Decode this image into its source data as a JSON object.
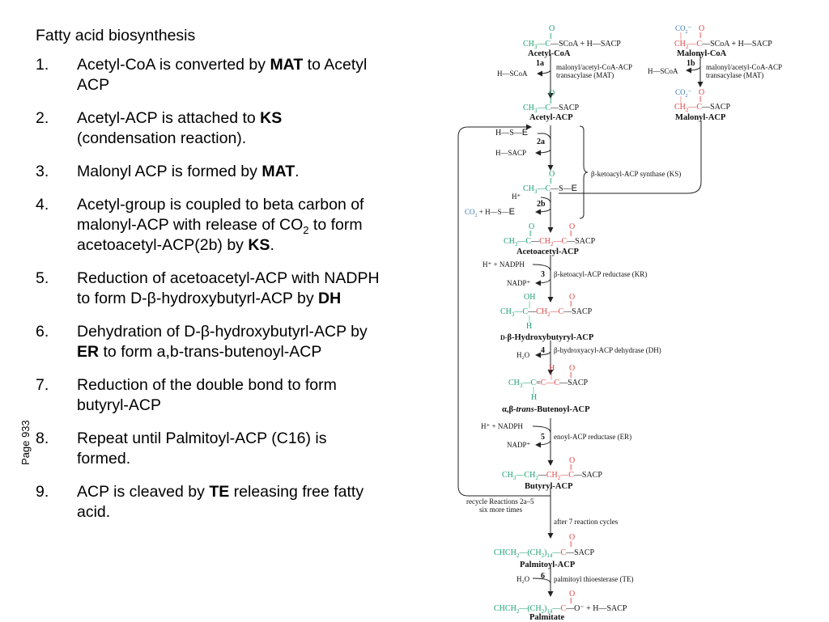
{
  "slide": {
    "title": "Fatty acid biosynthesis",
    "page_ref": "Page 933",
    "steps": [
      {
        "num": "1.",
        "pre": "Acetyl-CoA is converted by ",
        "bold": "MAT",
        "post": " to Acetyl ACP"
      },
      {
        "num": "2.",
        "pre": "Acetyl-ACP is attached to ",
        "bold": "KS",
        "post": " (condensation reaction)."
      },
      {
        "num": "3.",
        "pre": "Malonyl ACP is formed by ",
        "bold": "MAT",
        "post": "."
      },
      {
        "num": "4.",
        "pre": "Acetyl-group is coupled to beta carbon of malonyl-ACP with release of CO",
        "sub": "2",
        "mid": " to form acetoacetyl-ACP(2b) by ",
        "bold": "KS",
        "post": "."
      },
      {
        "num": "5.",
        "pre": "Reduction of acetoacetyl-ACP with NADPH to form D-β-hydroxybutyrl-ACP by ",
        "bold": "DH",
        "post": ""
      },
      {
        "num": "6.",
        "pre": "Dehydration of D-β-hydroxybutyrl-ACP by ",
        "bold": "ER",
        "post": " to form a,b-trans-butenoyl-ACP"
      },
      {
        "num": "7.",
        "pre": "Reduction of the double bond to form butyryl-ACP",
        "bold": "",
        "post": ""
      },
      {
        "num": "8.",
        "pre": "Repeat until Palmitoyl-ACP (C16) is formed.",
        "bold": "",
        "post": ""
      },
      {
        "num": "9.",
        "pre": "ACP is cleaved by ",
        "bold": "TE",
        "post": " releasing free fatty acid."
      }
    ]
  },
  "diagram": {
    "colors": {
      "acyl_green": "#1aa06e",
      "malonyl_red": "#e04545",
      "co2_blue": "#3b78b5",
      "line": "#222222"
    },
    "molecules": {
      "acetyl_coa": "Acetyl-CoA",
      "malonyl_coa": "Malonyl-CoA",
      "acetyl_acp": "Acetyl-ACP",
      "malonyl_acp": "Malonyl-ACP",
      "acetoacetyl_acp": "Acetoacetyl-ACP",
      "hydroxybutyryl_acp": {
        "prefix": "D-",
        "beta": "β",
        "rest": "-Hydroxybutyryl-ACP"
      },
      "butenoyl_acp": {
        "prefix": "α,β-",
        "trans": "trans",
        "rest": "-Butenoyl-ACP"
      },
      "butyryl_acp": "Butyryl-ACP",
      "palmitoyl_acp": "Palmitoyl-ACP",
      "palmitate": "Palmitate"
    },
    "atoms": {
      "O": "O",
      "C": "C",
      "CH3": "CH",
      "CH2": "CH",
      "H": "H",
      "OH": "OH",
      "E": "E",
      "S": "S",
      "sub3": "3",
      "sub2": "2",
      "sub14": "14",
      "dash": "—",
      "plus": "+",
      "SCoA": "SCoA",
      "SACP": "SACP",
      "H_SACP": "H—SACP",
      "H_SCoA": "H—SCoA",
      "H_S": "H—S—",
      "CO2_label": "CO",
      "O_minus": "O⁻",
      "H_plus": "H",
      "dbl": "‖",
      "sgl": "|"
    },
    "step_labels": [
      "1a",
      "1b",
      "2a",
      "2b",
      "3",
      "4",
      "5",
      "6"
    ],
    "enzymes": {
      "mat_1a": [
        "malonyl/acetyl-CoA-ACP",
        "transacylase (MAT)"
      ],
      "mat_1b": [
        "malonyl/acetyl-CoA-ACP",
        "transacylase (MAT)"
      ],
      "ks": "β-ketoacyl-ACP synthase (KS)",
      "kr": "β-ketoacyl-ACP reductase (KR)",
      "dh": "β-hydroxyacyl-ACP dehydrase (DH)",
      "er": "enoyl-ACP reductase (ER)",
      "te": "palmitoyl thioesterase (TE)"
    },
    "cofactors": {
      "nadph": "H⁺ + NADPH",
      "nadp": "NADP⁺",
      "h2o": "H₂O",
      "h_plus": "H⁺"
    },
    "recycle": [
      "recycle Reactions 2a–5",
      "six more times"
    ],
    "after_cycles": "after 7 reaction cycles"
  }
}
